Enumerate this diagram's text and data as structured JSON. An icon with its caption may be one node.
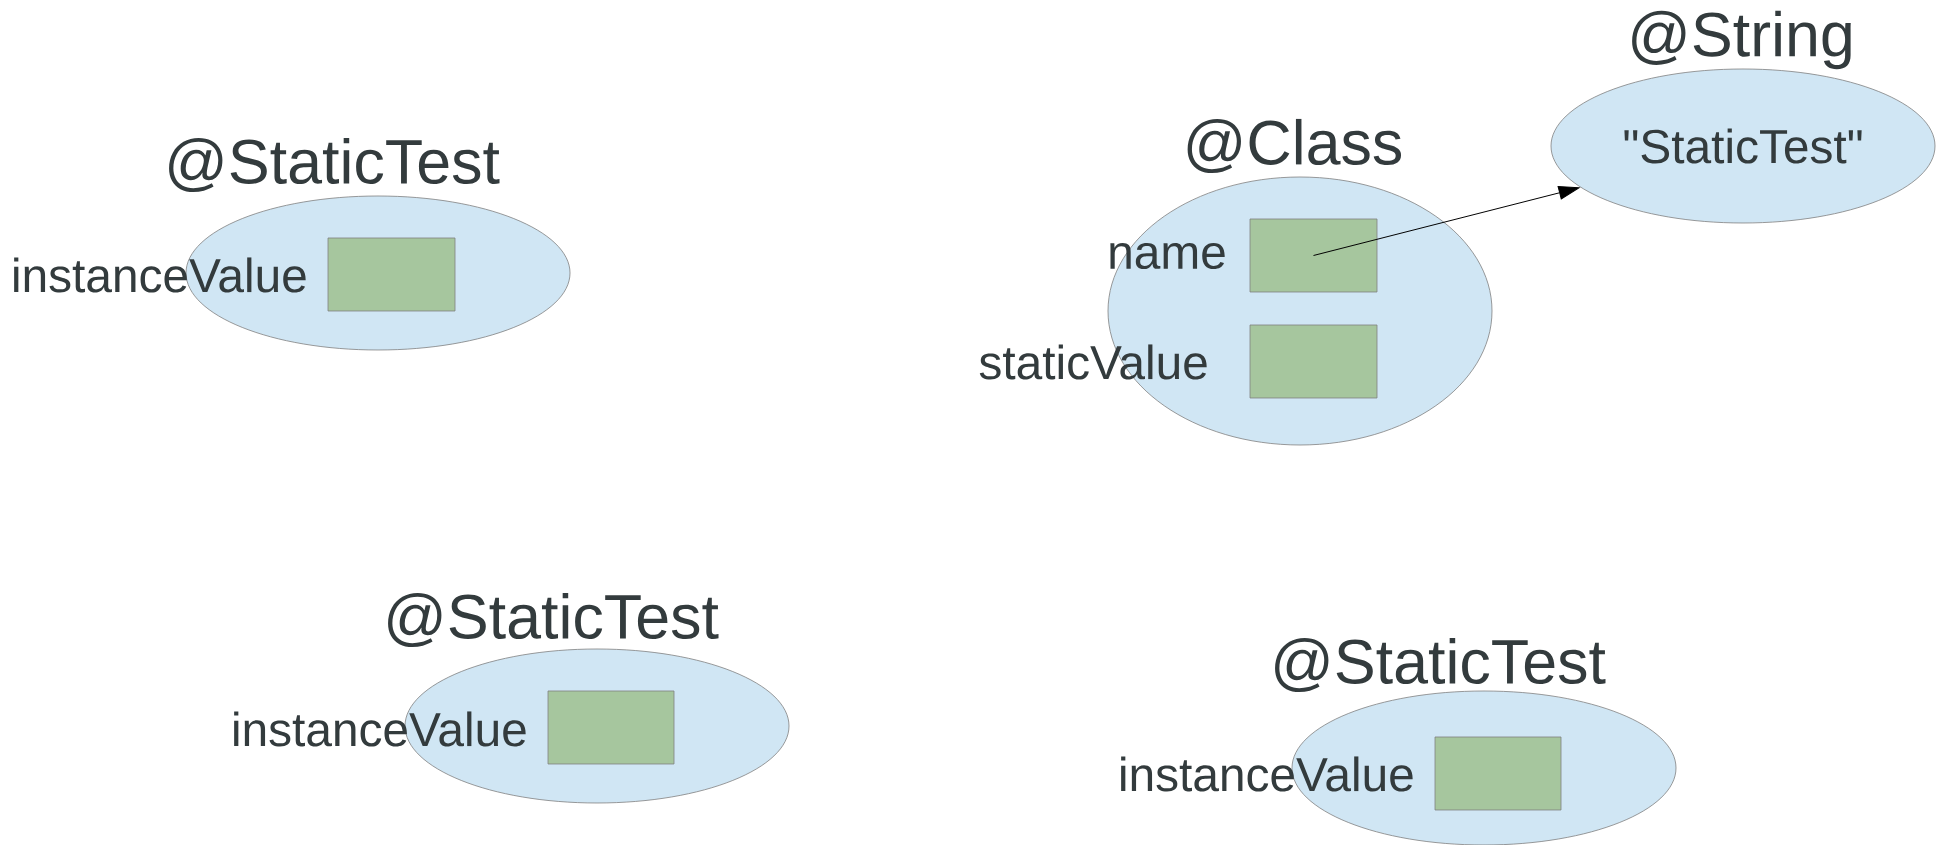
{
  "diagram": {
    "nodes": [
      {
        "text": [
          "@StaticTest"
        ]
      },
      {
        "text": [],
        "shape": "box",
        "in": 0,
        "beside": [
          "instanceValue"
        ]
      },
      {
        "text": [
          "@Class"
        ]
      },
      {
        "text": [],
        "shape": "box",
        "in": 2,
        "beside": [
          "name"
        ]
      },
      {
        "text": [],
        "shape": "box",
        "in": 2,
        "beside": [
          "staticValue"
        ]
      },
      {
        "text": [
          "@String",
          "\"StaticTest\""
        ]
      },
      {
        "text": [
          "@StaticTest"
        ]
      },
      {
        "text": [],
        "shape": "box",
        "in": 6,
        "beside": [
          "instanceValue"
        ]
      },
      {
        "text": [
          "@StaticTest"
        ]
      },
      {
        "text": [],
        "shape": "box",
        "in": 8,
        "beside": [
          "instanceValue"
        ]
      }
    ],
    "edges": [
      {
        "from": 3,
        "to": 5,
        "arrow": "to"
      }
    ]
  }
}
